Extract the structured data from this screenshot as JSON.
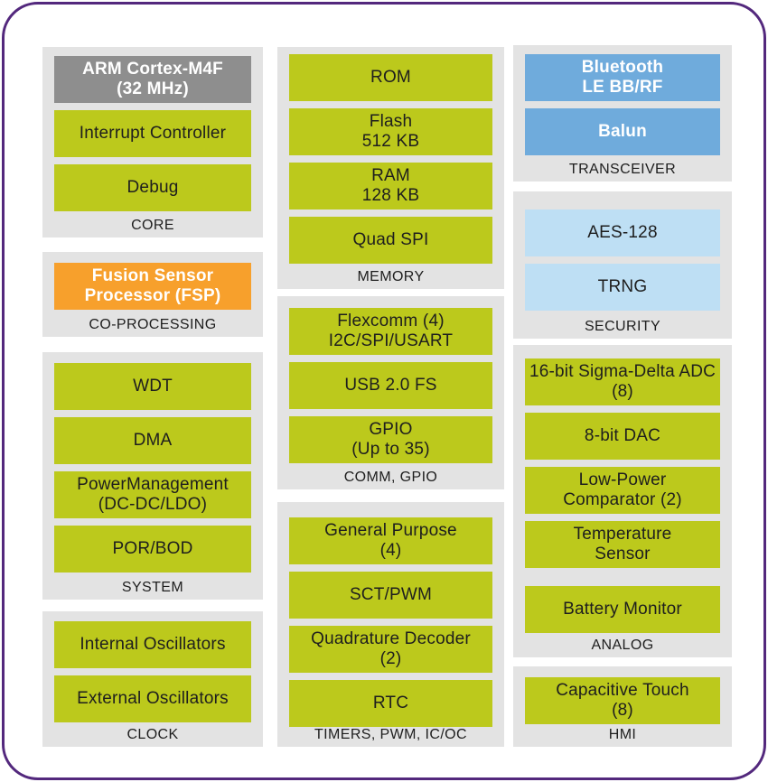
{
  "colors": {
    "border_purple": "#53287d",
    "group_bg": "#e3e3e3",
    "green": "#bcc91c",
    "dark_gray": "#8e8e8e",
    "orange": "#f7a02c",
    "blue": "#6fabdc",
    "light_blue": "#bedff4",
    "text_dark": "#1e1e1e",
    "text_white": "#ffffff"
  },
  "columns": [
    {
      "name": "left",
      "groups": [
        {
          "label": "CORE",
          "blocks": [
            {
              "text": "ARM Cortex-M4F\n(32 MHz)",
              "style": "gray"
            },
            {
              "text": "Interrupt Controller",
              "style": "green"
            },
            {
              "text": "Debug",
              "style": "green"
            }
          ]
        },
        {
          "label": "CO-PROCESSING",
          "blocks": [
            {
              "text": "Fusion Sensor\nProcessor (FSP)",
              "style": "orange"
            }
          ]
        },
        {
          "label": "SYSTEM",
          "blocks": [
            {
              "text": "WDT",
              "style": "green"
            },
            {
              "text": "DMA",
              "style": "green"
            },
            {
              "text": "PowerManagement\n(DC-DC/LDO)",
              "style": "green"
            },
            {
              "text": "POR/BOD",
              "style": "green"
            }
          ]
        },
        {
          "label": "CLOCK",
          "blocks": [
            {
              "text": "Internal Oscillators",
              "style": "green"
            },
            {
              "text": "External Oscillators",
              "style": "green"
            }
          ]
        }
      ]
    },
    {
      "name": "middle",
      "groups": [
        {
          "label": "MEMORY",
          "blocks": [
            {
              "text": "ROM",
              "style": "green"
            },
            {
              "text": "Flash\n512 KB",
              "style": "green"
            },
            {
              "text": "RAM\n128 KB",
              "style": "green"
            },
            {
              "text": "Quad SPI",
              "style": "green"
            }
          ]
        },
        {
          "label": "COMM, GPIO",
          "blocks": [
            {
              "text": "Flexcomm (4)\nI2C/SPI/USART",
              "style": "green"
            },
            {
              "text": "USB 2.0 FS",
              "style": "green"
            },
            {
              "text": "GPIO\n(Up to 35)",
              "style": "green"
            }
          ]
        },
        {
          "label": "TIMERS, PWM, IC/OC",
          "blocks": [
            {
              "text": "General Purpose\n(4)",
              "style": "green"
            },
            {
              "text": "SCT/PWM",
              "style": "green"
            },
            {
              "text": "Quadrature Decoder\n(2)",
              "style": "green"
            },
            {
              "text": "RTC",
              "style": "green"
            }
          ]
        }
      ]
    },
    {
      "name": "right",
      "groups": [
        {
          "label": "TRANSCEIVER",
          "blocks": [
            {
              "text": "Bluetooth\nLE BB/RF",
              "style": "blue"
            },
            {
              "text": "Balun",
              "style": "blue"
            }
          ]
        },
        {
          "label": "SECURITY",
          "blocks": [
            {
              "text": "AES-128",
              "style": "lightblue"
            },
            {
              "text": "TRNG",
              "style": "lightblue"
            }
          ]
        },
        {
          "label": "ANALOG",
          "blocks": [
            {
              "text": "16-bit Sigma-Delta ADC\n(8)",
              "style": "green"
            },
            {
              "text": "8-bit DAC",
              "style": "green"
            },
            {
              "text": "Low-Power\nComparator (2)",
              "style": "green"
            },
            {
              "text": "Temperature\nSensor",
              "style": "green"
            },
            {
              "text": "Battery Monitor",
              "style": "green"
            }
          ]
        },
        {
          "label": "HMI",
          "blocks": [
            {
              "text": "Capacitive Touch\n(8)",
              "style": "green"
            }
          ]
        }
      ]
    }
  ]
}
